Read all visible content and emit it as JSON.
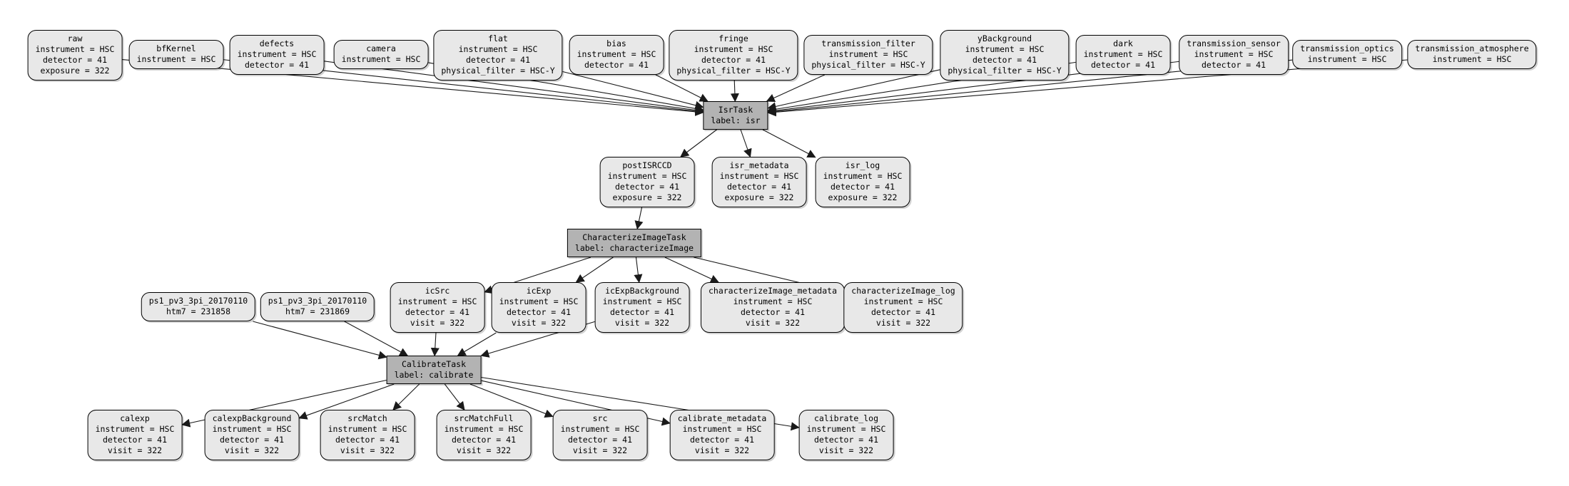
{
  "colors": {
    "dataset_fill": "#e8e8e8",
    "task_fill": "#b3b3b3",
    "edge": "#1a1a1a",
    "background": "#ffffff"
  },
  "nodes": {
    "raw": {
      "label": "raw",
      "attrs": [
        "instrument = HSC",
        "detector = 41",
        "exposure = 322"
      ]
    },
    "bfKernel": {
      "label": "bfKernel",
      "attrs": [
        "instrument = HSC"
      ]
    },
    "defects": {
      "label": "defects",
      "attrs": [
        "instrument = HSC",
        "detector = 41"
      ]
    },
    "camera": {
      "label": "camera",
      "attrs": [
        "instrument = HSC"
      ]
    },
    "flat": {
      "label": "flat",
      "attrs": [
        "instrument = HSC",
        "detector = 41",
        "physical_filter = HSC-Y"
      ]
    },
    "bias": {
      "label": "bias",
      "attrs": [
        "instrument = HSC",
        "detector = 41"
      ]
    },
    "fringe": {
      "label": "fringe",
      "attrs": [
        "instrument = HSC",
        "detector = 41",
        "physical_filter = HSC-Y"
      ]
    },
    "transmission_filter": {
      "label": "transmission_filter",
      "attrs": [
        "instrument = HSC",
        "physical_filter = HSC-Y"
      ]
    },
    "yBackground": {
      "label": "yBackground",
      "attrs": [
        "instrument = HSC",
        "detector = 41",
        "physical_filter = HSC-Y"
      ]
    },
    "dark": {
      "label": "dark",
      "attrs": [
        "instrument = HSC",
        "detector = 41"
      ]
    },
    "transmission_sensor": {
      "label": "transmission_sensor",
      "attrs": [
        "instrument = HSC",
        "detector = 41"
      ]
    },
    "transmission_optics": {
      "label": "transmission_optics",
      "attrs": [
        "instrument = HSC"
      ]
    },
    "transmission_atmosphere": {
      "label": "transmission_atmosphere",
      "attrs": [
        "instrument = HSC"
      ]
    },
    "isr": {
      "label": "IsrTask",
      "attrs": [
        "label: isr"
      ]
    },
    "postISRCCD": {
      "label": "postISRCCD",
      "attrs": [
        "instrument = HSC",
        "detector = 41",
        "exposure = 322"
      ]
    },
    "isr_metadata": {
      "label": "isr_metadata",
      "attrs": [
        "instrument = HSC",
        "detector = 41",
        "exposure = 322"
      ]
    },
    "isr_log": {
      "label": "isr_log",
      "attrs": [
        "instrument = HSC",
        "detector = 41",
        "exposure = 322"
      ]
    },
    "characterizeImage": {
      "label": "CharacterizeImageTask",
      "attrs": [
        "label: characterizeImage"
      ]
    },
    "icSrc": {
      "label": "icSrc",
      "attrs": [
        "instrument = HSC",
        "detector = 41",
        "visit = 322"
      ]
    },
    "icExp": {
      "label": "icExp",
      "attrs": [
        "instrument = HSC",
        "detector = 41",
        "visit = 322"
      ]
    },
    "icExpBackground": {
      "label": "icExpBackground",
      "attrs": [
        "instrument = HSC",
        "detector = 41",
        "visit = 322"
      ]
    },
    "characterizeImage_metadata": {
      "label": "characterizeImage_metadata",
      "attrs": [
        "instrument = HSC",
        "detector = 41",
        "visit = 322"
      ]
    },
    "characterizeImage_log": {
      "label": "characterizeImage_log",
      "attrs": [
        "instrument = HSC",
        "detector = 41",
        "visit = 322"
      ]
    },
    "ps1_231858": {
      "label": "ps1_pv3_3pi_20170110",
      "attrs": [
        "htm7 = 231858"
      ]
    },
    "ps1_231869": {
      "label": "ps1_pv3_3pi_20170110",
      "attrs": [
        "htm7 = 231869"
      ]
    },
    "calibrate": {
      "label": "CalibrateTask",
      "attrs": [
        "label: calibrate"
      ]
    },
    "calexp": {
      "label": "calexp",
      "attrs": [
        "instrument = HSC",
        "detector = 41",
        "visit = 322"
      ]
    },
    "calexpBackground": {
      "label": "calexpBackground",
      "attrs": [
        "instrument = HSC",
        "detector = 41",
        "visit = 322"
      ]
    },
    "srcMatch": {
      "label": "srcMatch",
      "attrs": [
        "instrument = HSC",
        "detector = 41",
        "visit = 322"
      ]
    },
    "srcMatchFull": {
      "label": "srcMatchFull",
      "attrs": [
        "instrument = HSC",
        "detector = 41",
        "visit = 322"
      ]
    },
    "src": {
      "label": "src",
      "attrs": [
        "instrument = HSC",
        "detector = 41",
        "visit = 322"
      ]
    },
    "calibrate_metadata": {
      "label": "calibrate_metadata",
      "attrs": [
        "instrument = HSC",
        "detector = 41",
        "visit = 322"
      ]
    },
    "calibrate_log": {
      "label": "calibrate_log",
      "attrs": [
        "instrument = HSC",
        "detector = 41",
        "visit = 322"
      ]
    }
  },
  "edges": [
    [
      "raw",
      "isr"
    ],
    [
      "bfKernel",
      "isr"
    ],
    [
      "defects",
      "isr"
    ],
    [
      "camera",
      "isr"
    ],
    [
      "flat",
      "isr"
    ],
    [
      "bias",
      "isr"
    ],
    [
      "fringe",
      "isr"
    ],
    [
      "transmission_filter",
      "isr"
    ],
    [
      "yBackground",
      "isr"
    ],
    [
      "dark",
      "isr"
    ],
    [
      "transmission_sensor",
      "isr"
    ],
    [
      "transmission_optics",
      "isr"
    ],
    [
      "transmission_atmosphere",
      "isr"
    ],
    [
      "isr",
      "postISRCCD"
    ],
    [
      "isr",
      "isr_metadata"
    ],
    [
      "isr",
      "isr_log"
    ],
    [
      "postISRCCD",
      "characterizeImage"
    ],
    [
      "characterizeImage",
      "icSrc"
    ],
    [
      "characterizeImage",
      "icExp"
    ],
    [
      "characterizeImage",
      "icExpBackground"
    ],
    [
      "characterizeImage",
      "characterizeImage_metadata"
    ],
    [
      "characterizeImage",
      "characterizeImage_log"
    ],
    [
      "ps1_231858",
      "calibrate"
    ],
    [
      "ps1_231869",
      "calibrate"
    ],
    [
      "icSrc",
      "calibrate"
    ],
    [
      "icExp",
      "calibrate"
    ],
    [
      "icExpBackground",
      "calibrate"
    ],
    [
      "calibrate",
      "calexp"
    ],
    [
      "calibrate",
      "calexpBackground"
    ],
    [
      "calibrate",
      "srcMatch"
    ],
    [
      "calibrate",
      "srcMatchFull"
    ],
    [
      "calibrate",
      "src"
    ],
    [
      "calibrate",
      "calibrate_metadata"
    ],
    [
      "calibrate",
      "calibrate_log"
    ]
  ]
}
